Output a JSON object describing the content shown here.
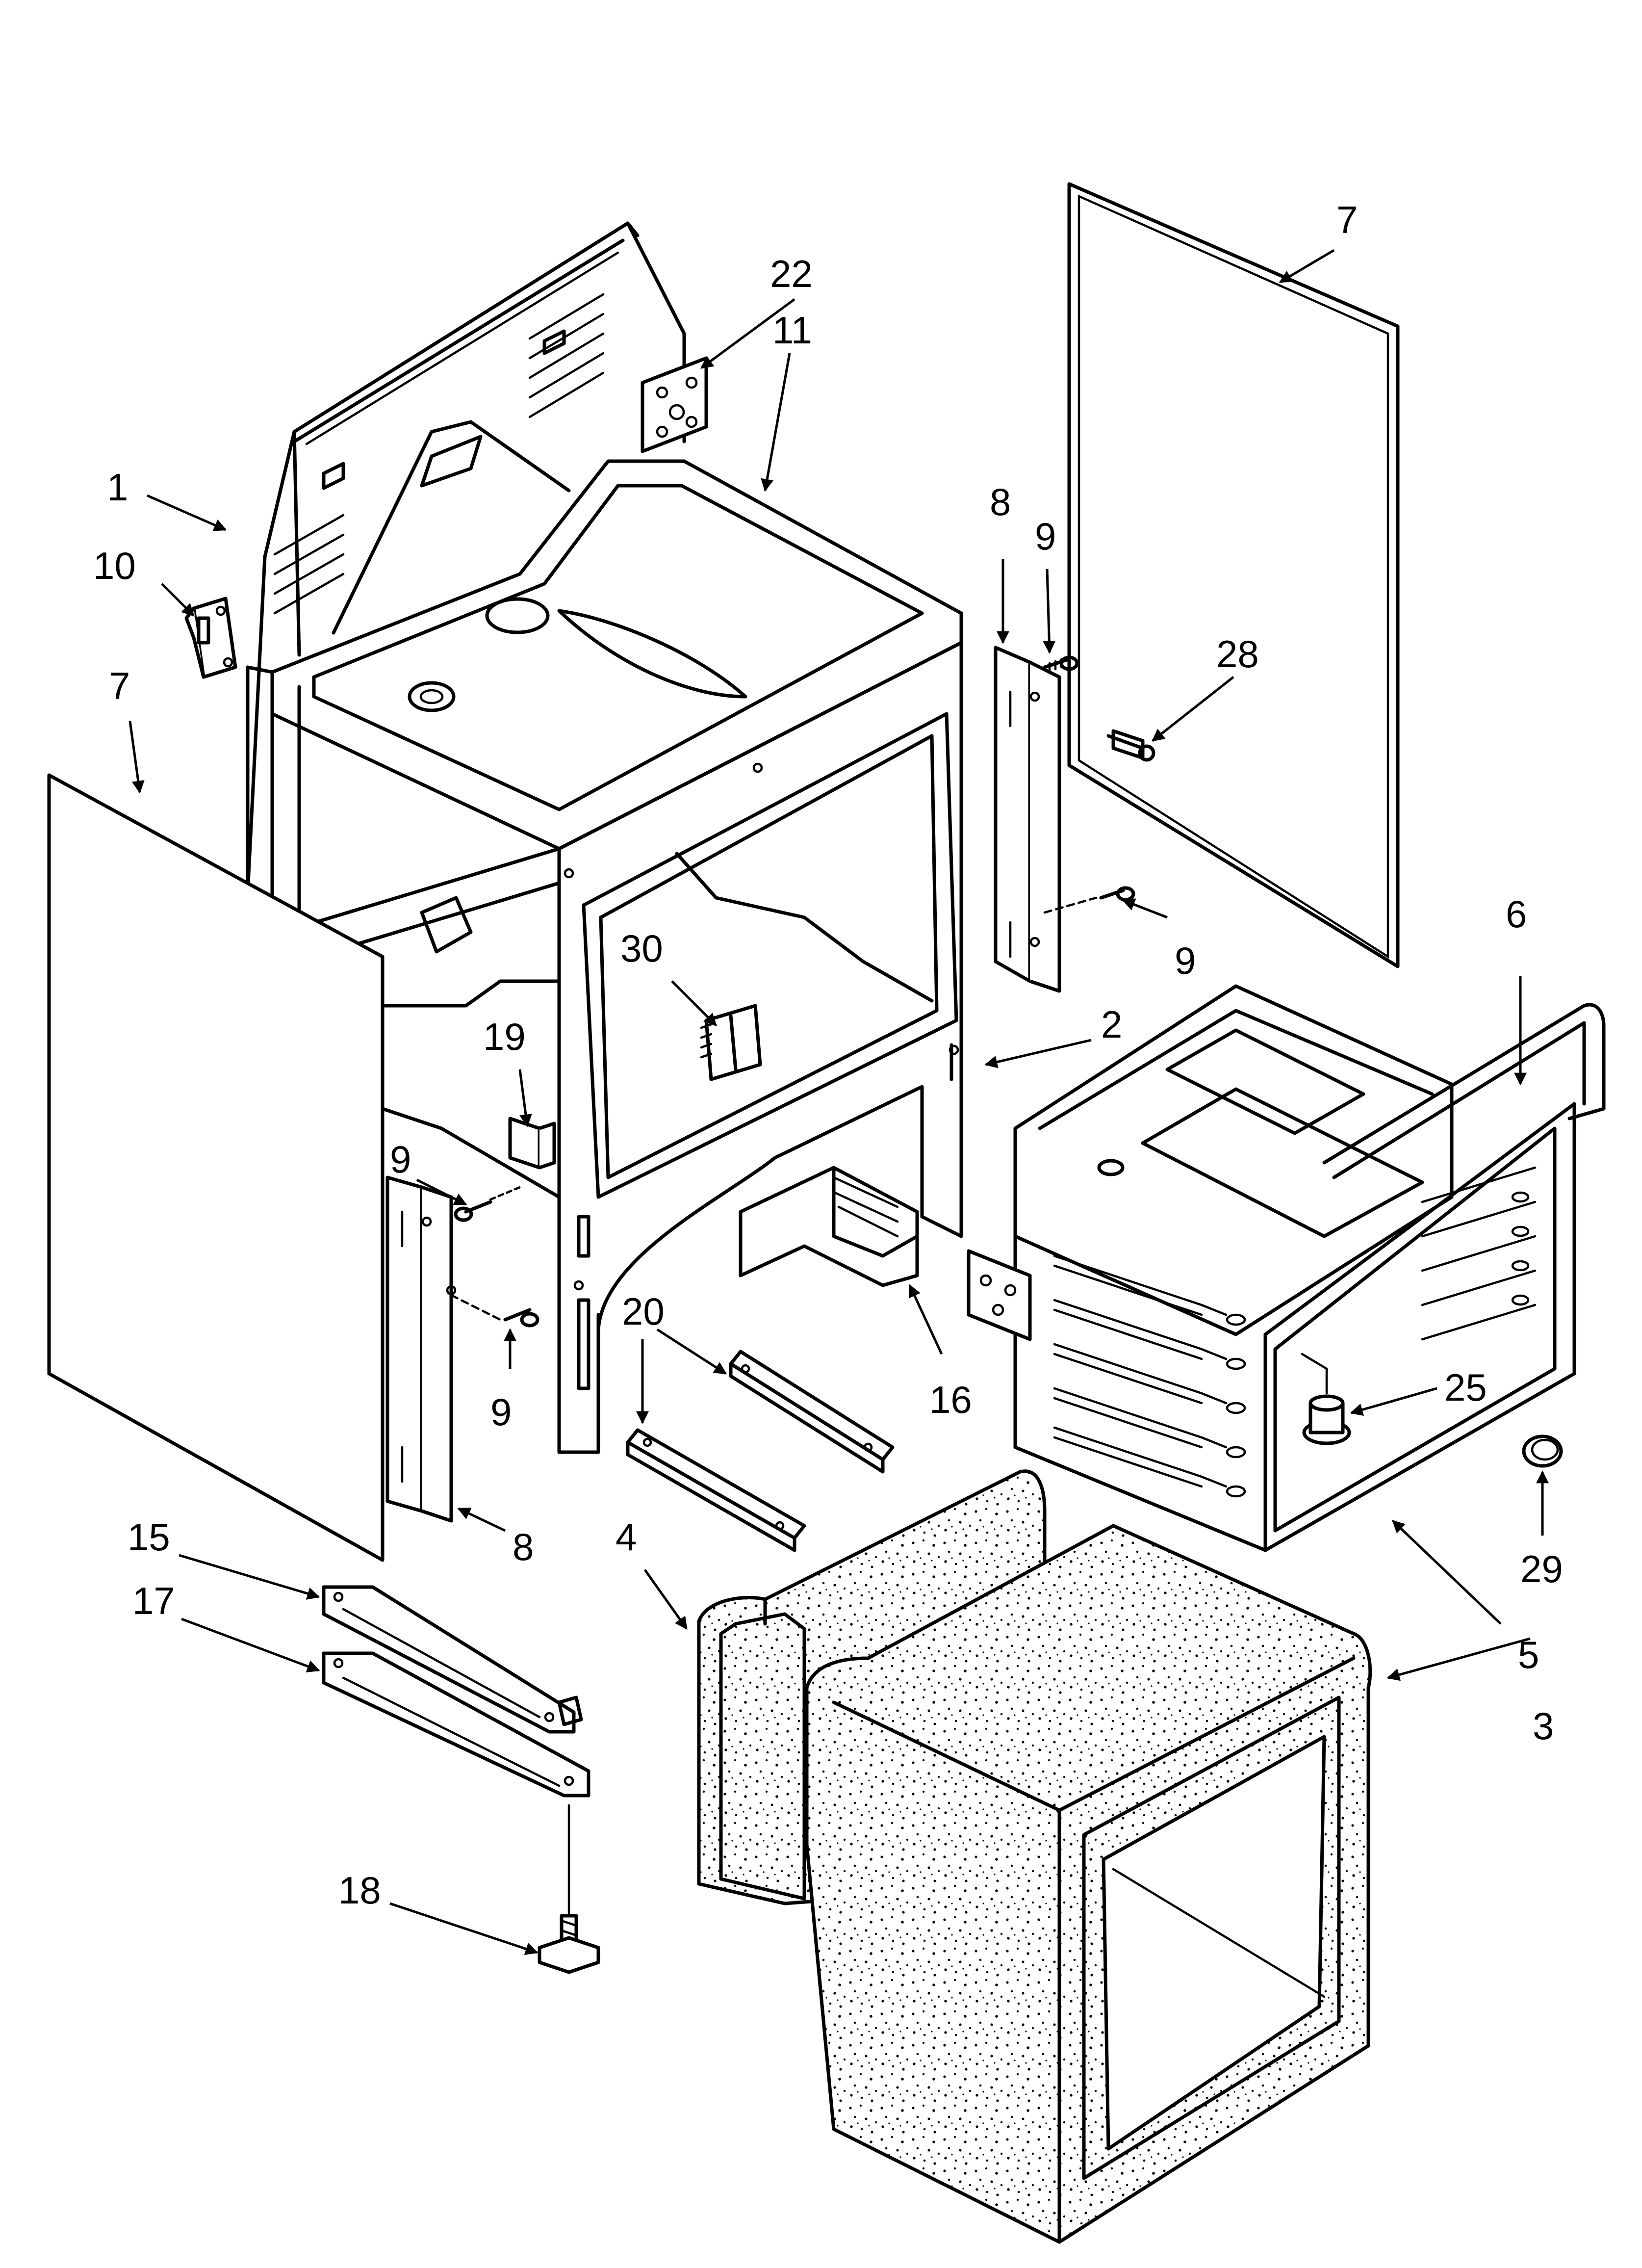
{
  "callouts": {
    "c1": "1",
    "c2": "2",
    "c3": "3",
    "c4": "4",
    "c5": "5",
    "c6": "6",
    "c7a": "7",
    "c7b": "7",
    "c8a": "8",
    "c8b": "8",
    "c9a": "9",
    "c9b": "9",
    "c9c": "9",
    "c9d": "9",
    "c10": "10",
    "c11": "11",
    "c15": "15",
    "c16": "16",
    "c17": "17",
    "c18": "18",
    "c19": "19",
    "c20": "20",
    "c22": "22",
    "c25": "25",
    "c28": "28",
    "c29": "29",
    "c30": "30"
  }
}
